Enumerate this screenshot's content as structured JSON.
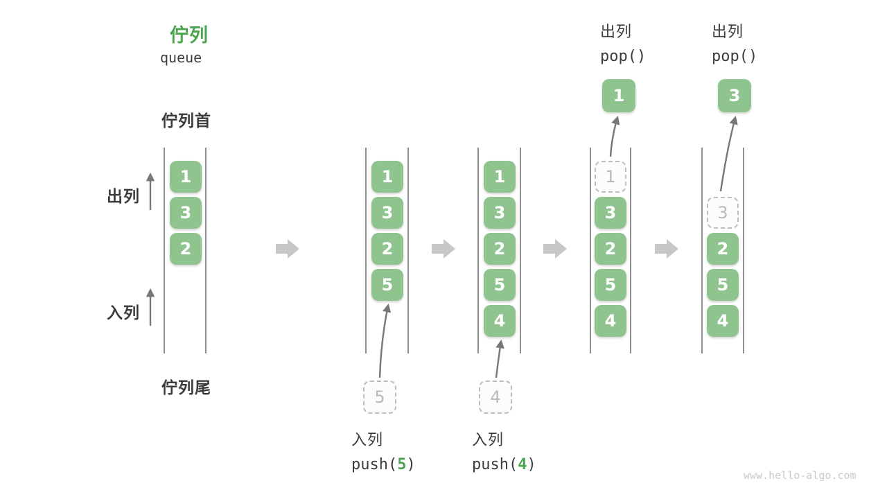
{
  "title": {
    "zh": "佇列",
    "en": "queue"
  },
  "side_labels": {
    "front": "佇列首",
    "rear": "佇列尾",
    "dequeue": "出列",
    "enqueue": "入列"
  },
  "watermark": "www.hello-algo.com",
  "colors": {
    "box_green": "#8FC48F",
    "accent_green": "#4CA450",
    "text_dark": "#3B3B3B",
    "ghost_gray": "#BDBDBD",
    "thin_arrow_gray": "#777777",
    "block_arrow_gray": "#C7C7C7",
    "rail_gray": "#606060",
    "watermark_gray": "#C9C9C9"
  },
  "columns": [
    {
      "id": "state-1-initial",
      "slots": [
        {
          "row": 0,
          "value": "1",
          "state": "filled"
        },
        {
          "row": 1,
          "value": "3",
          "state": "filled"
        },
        {
          "row": 2,
          "value": "2",
          "state": "filled"
        }
      ]
    },
    {
      "id": "state-2-after-push-5",
      "slots": [
        {
          "row": 0,
          "value": "1",
          "state": "filled"
        },
        {
          "row": 1,
          "value": "3",
          "state": "filled"
        },
        {
          "row": 2,
          "value": "2",
          "state": "filled"
        },
        {
          "row": 3,
          "value": "5",
          "state": "filled"
        }
      ],
      "pending": {
        "value": "5"
      },
      "operation": {
        "type": "push",
        "label": "入列",
        "fn": "push",
        "arg": "5"
      }
    },
    {
      "id": "state-3-after-push-4",
      "slots": [
        {
          "row": 0,
          "value": "1",
          "state": "filled"
        },
        {
          "row": 1,
          "value": "3",
          "state": "filled"
        },
        {
          "row": 2,
          "value": "2",
          "state": "filled"
        },
        {
          "row": 3,
          "value": "5",
          "state": "filled"
        },
        {
          "row": 4,
          "value": "4",
          "state": "filled"
        }
      ],
      "pending": {
        "value": "4"
      },
      "operation": {
        "type": "push",
        "label": "入列",
        "fn": "push",
        "arg": "4"
      }
    },
    {
      "id": "state-4-after-pop-1",
      "slots": [
        {
          "row": 0,
          "value": "1",
          "state": "removed"
        },
        {
          "row": 1,
          "value": "3",
          "state": "filled"
        },
        {
          "row": 2,
          "value": "2",
          "state": "filled"
        },
        {
          "row": 3,
          "value": "5",
          "state": "filled"
        },
        {
          "row": 4,
          "value": "4",
          "state": "filled"
        }
      ],
      "popped": {
        "value": "1"
      },
      "operation": {
        "type": "pop",
        "label": "出列",
        "fn": "pop",
        "arg": ""
      }
    },
    {
      "id": "state-5-after-pop-3",
      "slots": [
        {
          "row": 1,
          "value": "3",
          "state": "removed"
        },
        {
          "row": 2,
          "value": "2",
          "state": "filled"
        },
        {
          "row": 3,
          "value": "5",
          "state": "filled"
        },
        {
          "row": 4,
          "value": "4",
          "state": "filled"
        }
      ],
      "popped": {
        "value": "3"
      },
      "operation": {
        "type": "pop",
        "label": "出列",
        "fn": "pop",
        "arg": ""
      }
    }
  ]
}
